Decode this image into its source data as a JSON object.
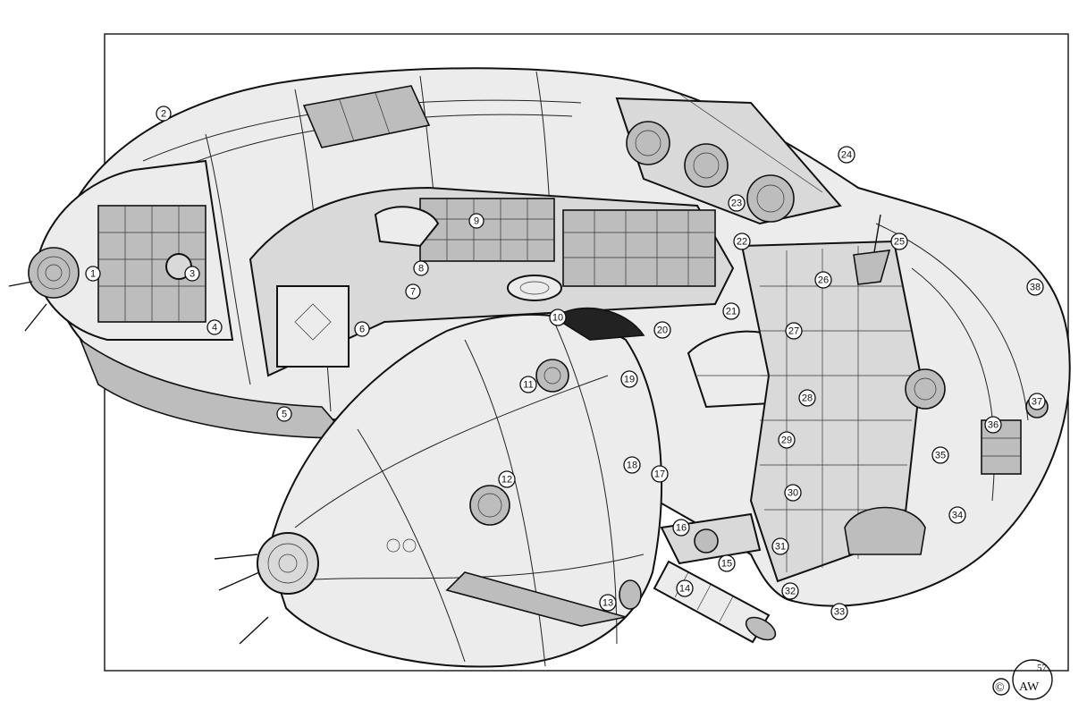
{
  "diagram": {
    "callouts": [
      {
        "id": "c1",
        "label": "1"
      },
      {
        "id": "c2",
        "label": "2"
      },
      {
        "id": "c3",
        "label": "3"
      },
      {
        "id": "c4",
        "label": "4"
      },
      {
        "id": "c5",
        "label": "5"
      },
      {
        "id": "c6",
        "label": "6"
      },
      {
        "id": "c7",
        "label": "7"
      },
      {
        "id": "c8",
        "label": "8"
      },
      {
        "id": "c9",
        "label": "9"
      },
      {
        "id": "c10",
        "label": "10"
      },
      {
        "id": "c11",
        "label": "11"
      },
      {
        "id": "c12",
        "label": "12"
      },
      {
        "id": "c13",
        "label": "13"
      },
      {
        "id": "c14",
        "label": "14"
      },
      {
        "id": "c15",
        "label": "15"
      },
      {
        "id": "c16",
        "label": "16"
      },
      {
        "id": "c17",
        "label": "17"
      },
      {
        "id": "c18",
        "label": "18"
      },
      {
        "id": "c19",
        "label": "19"
      },
      {
        "id": "c20",
        "label": "20"
      },
      {
        "id": "c21",
        "label": "21"
      },
      {
        "id": "c22",
        "label": "22"
      },
      {
        "id": "c23",
        "label": "23"
      },
      {
        "id": "c24",
        "label": "24"
      },
      {
        "id": "c25",
        "label": "25"
      },
      {
        "id": "c26",
        "label": "26"
      },
      {
        "id": "c27",
        "label": "27"
      },
      {
        "id": "c28",
        "label": "28"
      },
      {
        "id": "c29",
        "label": "29"
      },
      {
        "id": "c30",
        "label": "30"
      },
      {
        "id": "c31",
        "label": "31"
      },
      {
        "id": "c32",
        "label": "32"
      },
      {
        "id": "c33",
        "label": "33"
      },
      {
        "id": "c34",
        "label": "34"
      },
      {
        "id": "c35",
        "label": "35"
      },
      {
        "id": "c36",
        "label": "36"
      },
      {
        "id": "c37",
        "label": "37"
      },
      {
        "id": "c38",
        "label": "38"
      }
    ],
    "signature": {
      "copyright_symbol": "©",
      "initials": "AW",
      "year": "57"
    }
  }
}
